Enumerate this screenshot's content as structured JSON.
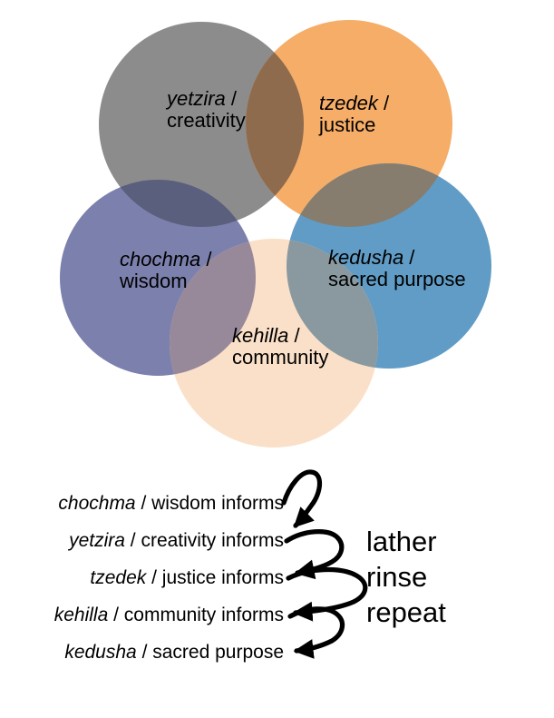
{
  "background": "#FFFFFF",
  "text_color": "#000000",
  "venn": {
    "sets": [
      {
        "term": "yetzira",
        "slash": " /",
        "translation": "creativity",
        "color": "#8C8C8C"
      },
      {
        "term": "tzedek",
        "slash": " /",
        "translation": "justice",
        "color": "#F5AD68"
      },
      {
        "term": "chochma",
        "slash": " /",
        "translation": "wisdom",
        "color": "#7C80AD"
      },
      {
        "term": "kedusha",
        "slash": " /",
        "translation": "sacred purpose",
        "color": "#609CC5"
      },
      {
        "term": "kehilla",
        "slash": " /",
        "translation": "community",
        "color": "#FAE0C8"
      }
    ],
    "overlaps": {
      "yetzira_tzedek": "#8F6B4E",
      "yetzira_chochma": "#5A5F7D",
      "tzedek_kedusha": "#867D6E",
      "chochma_kehilla": "#97899A",
      "kedusha_kehilla": "#8A99A0"
    }
  },
  "cycle": {
    "arrow_color": "#000000",
    "items": [
      {
        "term": "chochma",
        "rest": " / wisdom informs"
      },
      {
        "term": "yetzira",
        "rest": " / creativity informs"
      },
      {
        "term": "tzedek",
        "rest": " / justice informs"
      },
      {
        "term": "kehilla",
        "rest": " / community informs"
      },
      {
        "term": "kedusha",
        "rest": " / sacred purpose"
      }
    ],
    "note": {
      "lines": [
        "lather",
        "rinse",
        "repeat"
      ]
    }
  }
}
